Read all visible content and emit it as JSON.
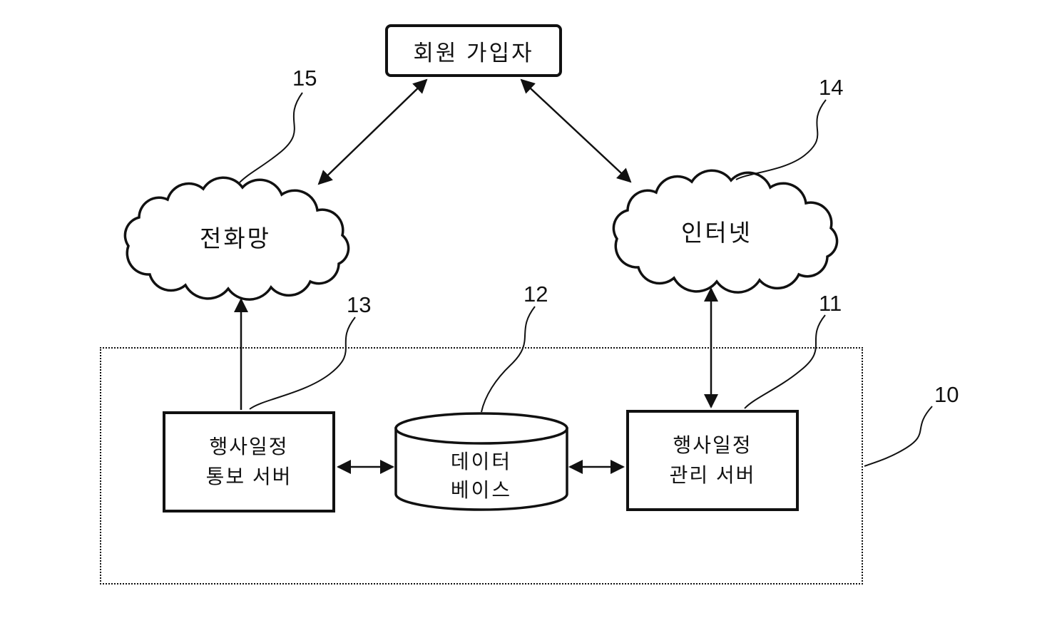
{
  "figure": {
    "background": "#ffffff",
    "line_color": "#111111"
  },
  "nodes": {
    "member": {
      "label": "회원 가입자"
    },
    "phone_network": {
      "label": "전화망",
      "ref": "15"
    },
    "internet": {
      "label": "인터넷",
      "ref": "14"
    },
    "notify_server": {
      "label_line1": "행사일정",
      "label_line2": "통보 서버",
      "ref": "13"
    },
    "database": {
      "label_line1": "데이터",
      "label_line2": "베이스",
      "ref": "12"
    },
    "manage_server": {
      "label_line1": "행사일정",
      "label_line2": "관리 서버",
      "ref": "11"
    },
    "system_boundary": {
      "ref": "10"
    }
  },
  "connections": [
    {
      "from": "member",
      "to": "phone_network",
      "type": "bidirectional"
    },
    {
      "from": "member",
      "to": "internet",
      "type": "bidirectional"
    },
    {
      "from": "notify_server",
      "to": "phone_network",
      "type": "unidirectional-up"
    },
    {
      "from": "internet",
      "to": "manage_server",
      "type": "bidirectional"
    },
    {
      "from": "notify_server",
      "to": "database",
      "type": "bidirectional"
    },
    {
      "from": "database",
      "to": "manage_server",
      "type": "bidirectional"
    }
  ]
}
